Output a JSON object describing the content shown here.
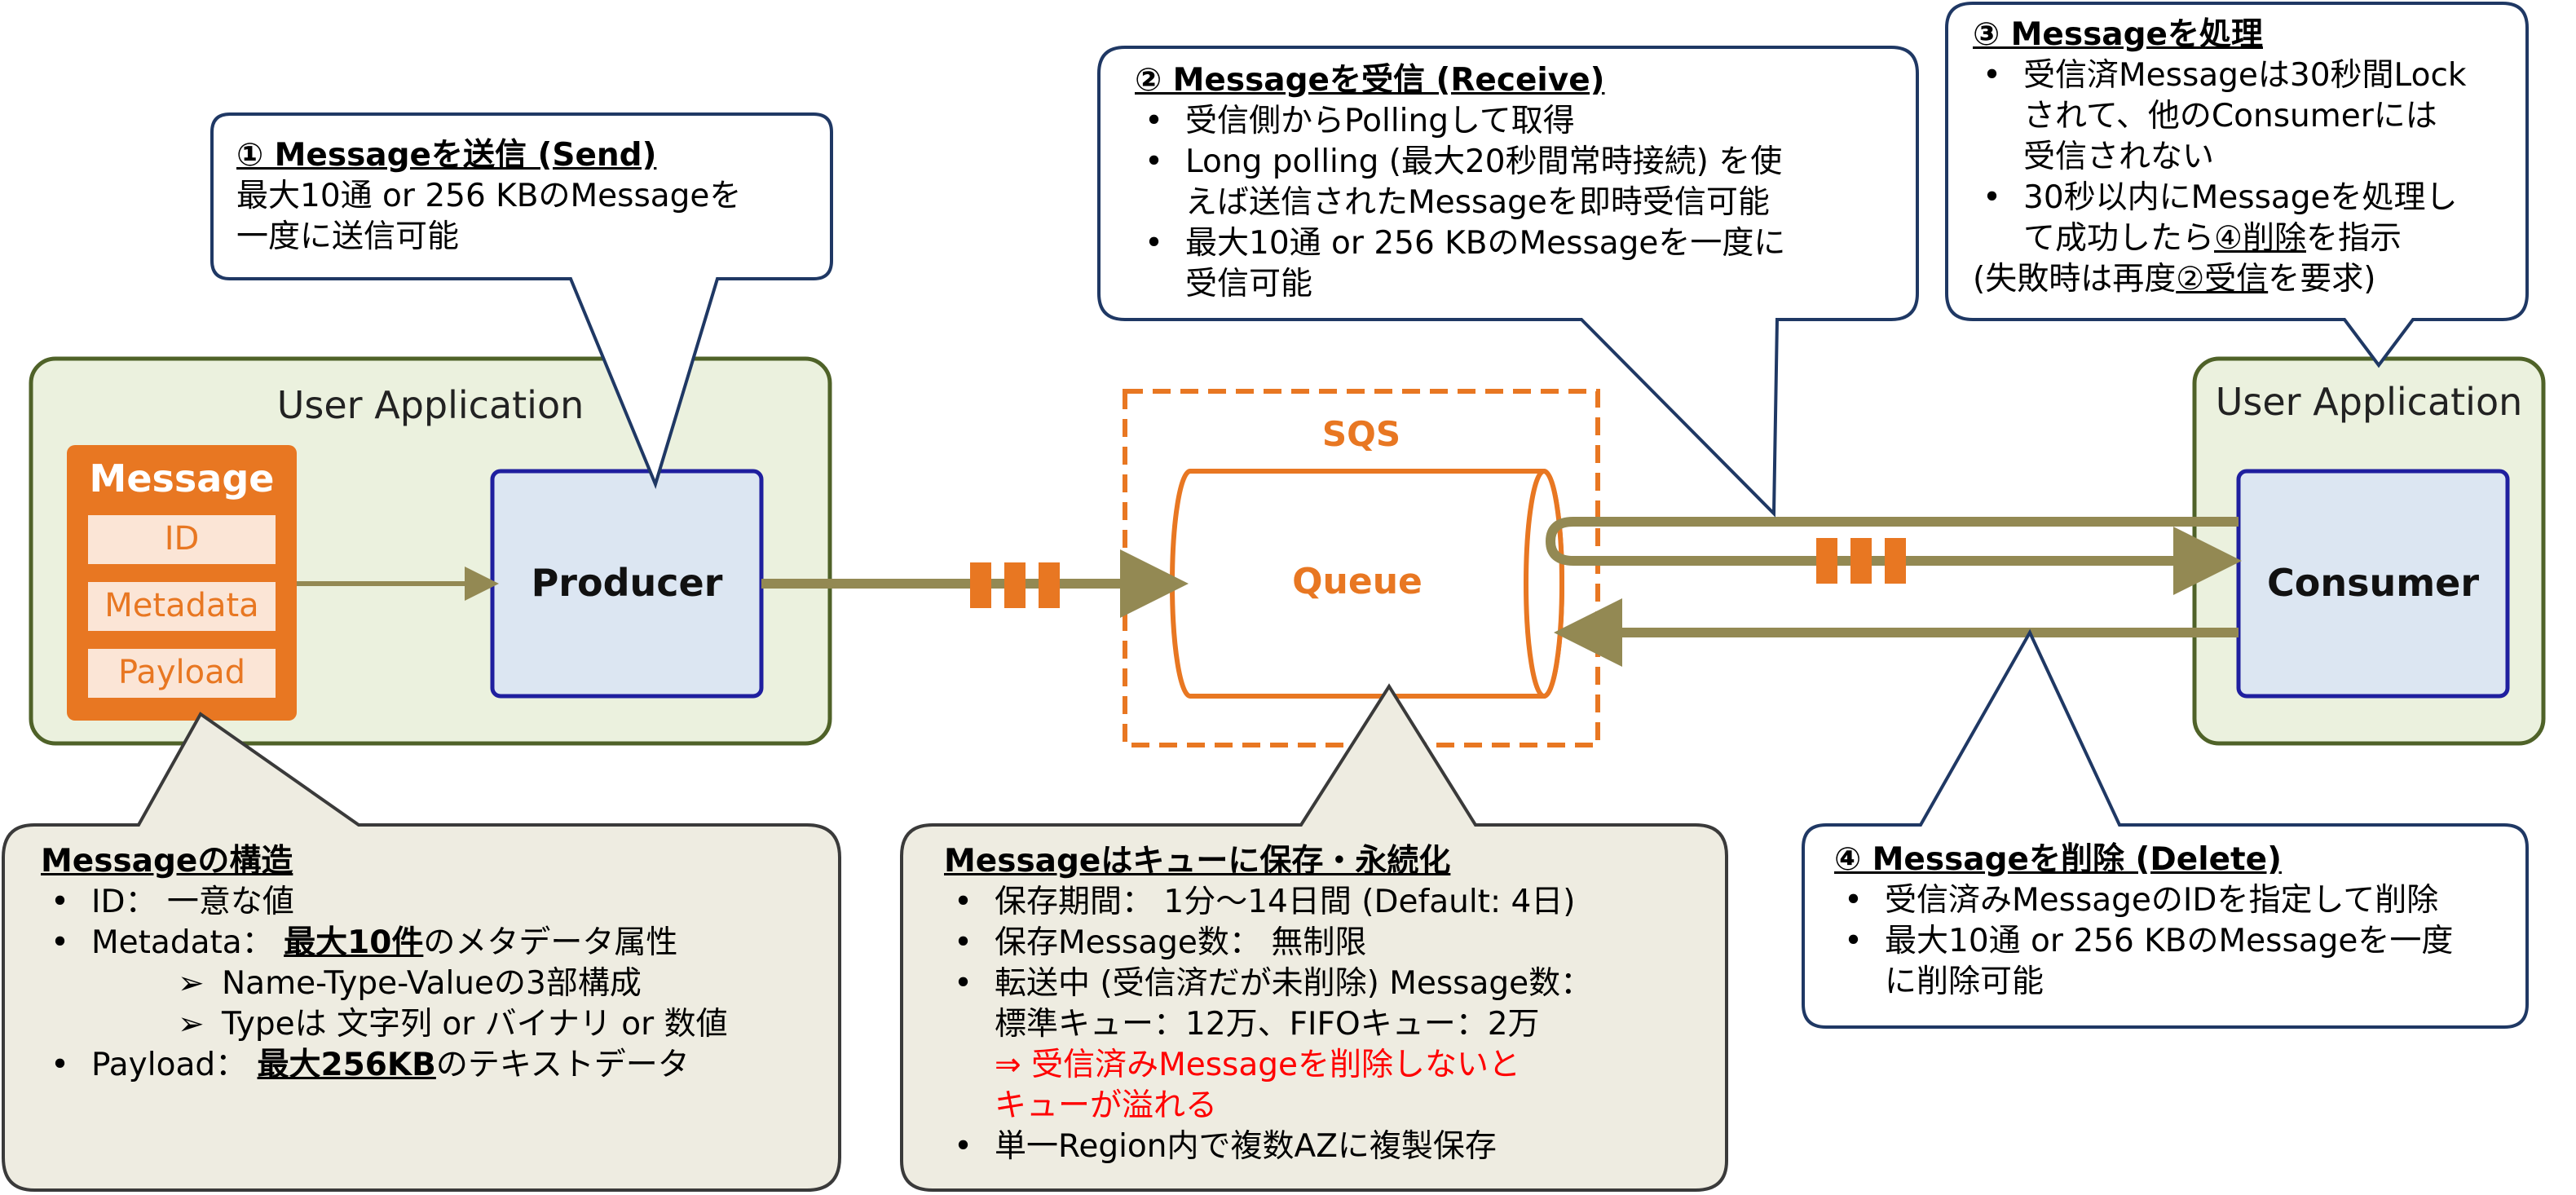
{
  "labels": {
    "user_app_left": "User Application",
    "user_app_right": "User Application",
    "message_title": "Message",
    "field_id": "ID",
    "field_metadata": "Metadata",
    "field_payload": "Payload",
    "producer": "Producer",
    "sqs": "SQS",
    "queue": "Queue",
    "consumer": "Consumer"
  },
  "send": {
    "title": "① Messageを送信 (Send)",
    "line1": "最大10通 or 256 KBのMessageを",
    "line2": "一度に送信可能"
  },
  "receive": {
    "title": "② Messageを受信 (Receive)",
    "b1": "受信側からPollingして取得",
    "b2_l1": "Long polling (最大20秒間常時接続) を使",
    "b2_l2": "えば送信されたMessageを即時受信可能",
    "b3_l1": "最大10通 or 256 KBのMessageを一度に",
    "b3_l2": "受信可能"
  },
  "process": {
    "title": "③ Messageを処理",
    "b1_l1": "受信済Messageは30秒間Lock",
    "b1_l2": "されて、他のConsumerには",
    "b1_l3": "受信されない",
    "b2_l1": "30秒以内にMessageを処理し",
    "b2_l2a": "て成功したら",
    "b2_l2b": "④削除",
    "b2_l2c": "を指示",
    "b2_l3a": "(失敗時は再度",
    "b2_l3b": "②受信",
    "b2_l3c": "を要求)"
  },
  "delete": {
    "title": "④ Messageを削除 (Delete)",
    "b1": "受信済みMessageのIDを指定して削除",
    "b2_l1": "最大10通 or 256 KBのMessageを一度",
    "b2_l2": "に削除可能"
  },
  "structure": {
    "title": "Messageの構造",
    "id": "ID： 一意な値",
    "meta_a": "Metadata： ",
    "meta_b": "最大10件",
    "meta_c": "のメタデータ属性",
    "sub1": "Name-Type-Valueの3部構成",
    "sub2": "Typeは 文字列 or バイナリ or 数値",
    "payload_a": "Payload： ",
    "payload_b": "最大256KB",
    "payload_c": "のテキストデータ"
  },
  "storage": {
    "title": "Messageはキューに保存・永続化",
    "b1": "保存期間： 1分～14日間 (Default: 4日)",
    "b2": "保存Message数： 無制限",
    "b3_l1": "転送中 (受信済だが未削除) Message数：",
    "b3_l2": "標準キュー：12万、FIFOキュー：2万",
    "warn_l1": "⇒ 受信済みMessageを削除しないと",
    "warn_l2": "キューが溢れる",
    "b4": "単一Region内で複数AZに複製保存"
  },
  "colors": {
    "app_fill": "#ebf1de",
    "app_border": "#4f6228",
    "node_fill": "#dce6f2",
    "node_border": "#1f1f9f",
    "orange": "#e87722",
    "arrow": "#938953",
    "callout_border": "#1f3864",
    "note_fill": "#eeece1",
    "note_border": "#3a3a3a",
    "warning": "#ff0000"
  }
}
